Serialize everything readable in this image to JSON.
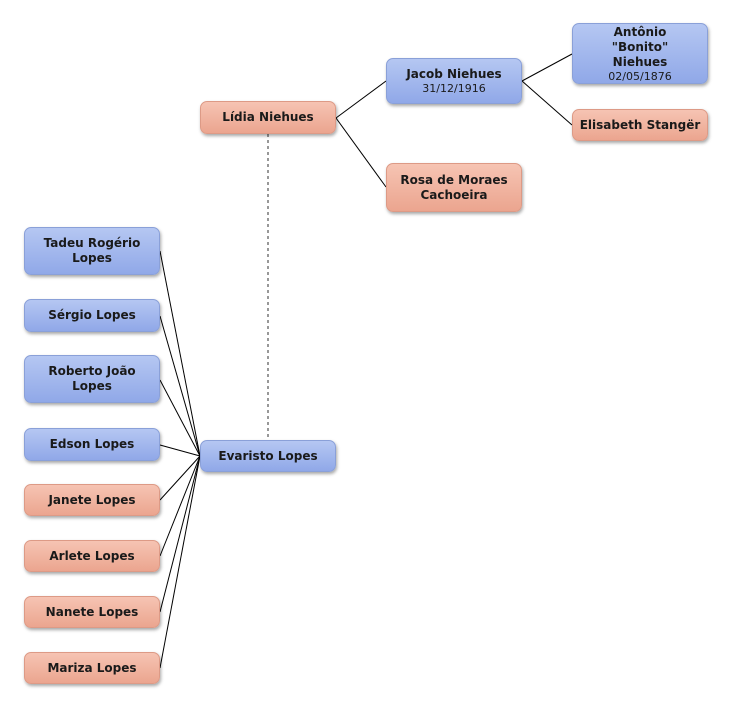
{
  "nodes": {
    "antonio": {
      "name": "Antônio \"Bonito\" Niehues",
      "date": "02/05/1876",
      "sex": "male"
    },
    "elisabeth": {
      "name": "Elisabeth Stangër",
      "sex": "female"
    },
    "jacob": {
      "name": "Jacob Niehues",
      "date": "31/12/1916",
      "sex": "male"
    },
    "rosa": {
      "name": "Rosa de Moraes Cachoeira",
      "sex": "female"
    },
    "lidia": {
      "name": "Lídia Niehues",
      "sex": "female"
    },
    "evaristo": {
      "name": "Evaristo Lopes",
      "sex": "male"
    },
    "tadeu": {
      "name": "Tadeu Rogério Lopes",
      "sex": "male"
    },
    "sergio": {
      "name": "Sérgio Lopes",
      "sex": "male"
    },
    "roberto": {
      "name": "Roberto João Lopes",
      "sex": "male"
    },
    "edson": {
      "name": "Edson Lopes",
      "sex": "male"
    },
    "janete": {
      "name": "Janete Lopes",
      "sex": "female"
    },
    "arlete": {
      "name": "Arlete Lopes",
      "sex": "female"
    },
    "nanete": {
      "name": "Nanete Lopes",
      "sex": "female"
    },
    "mariza": {
      "name": "Mariza Lopes",
      "sex": "female"
    }
  },
  "colors": {
    "male": "#9fb4ec",
    "female": "#f0b39f",
    "line": "#000000",
    "spouse_line": "#777777"
  }
}
